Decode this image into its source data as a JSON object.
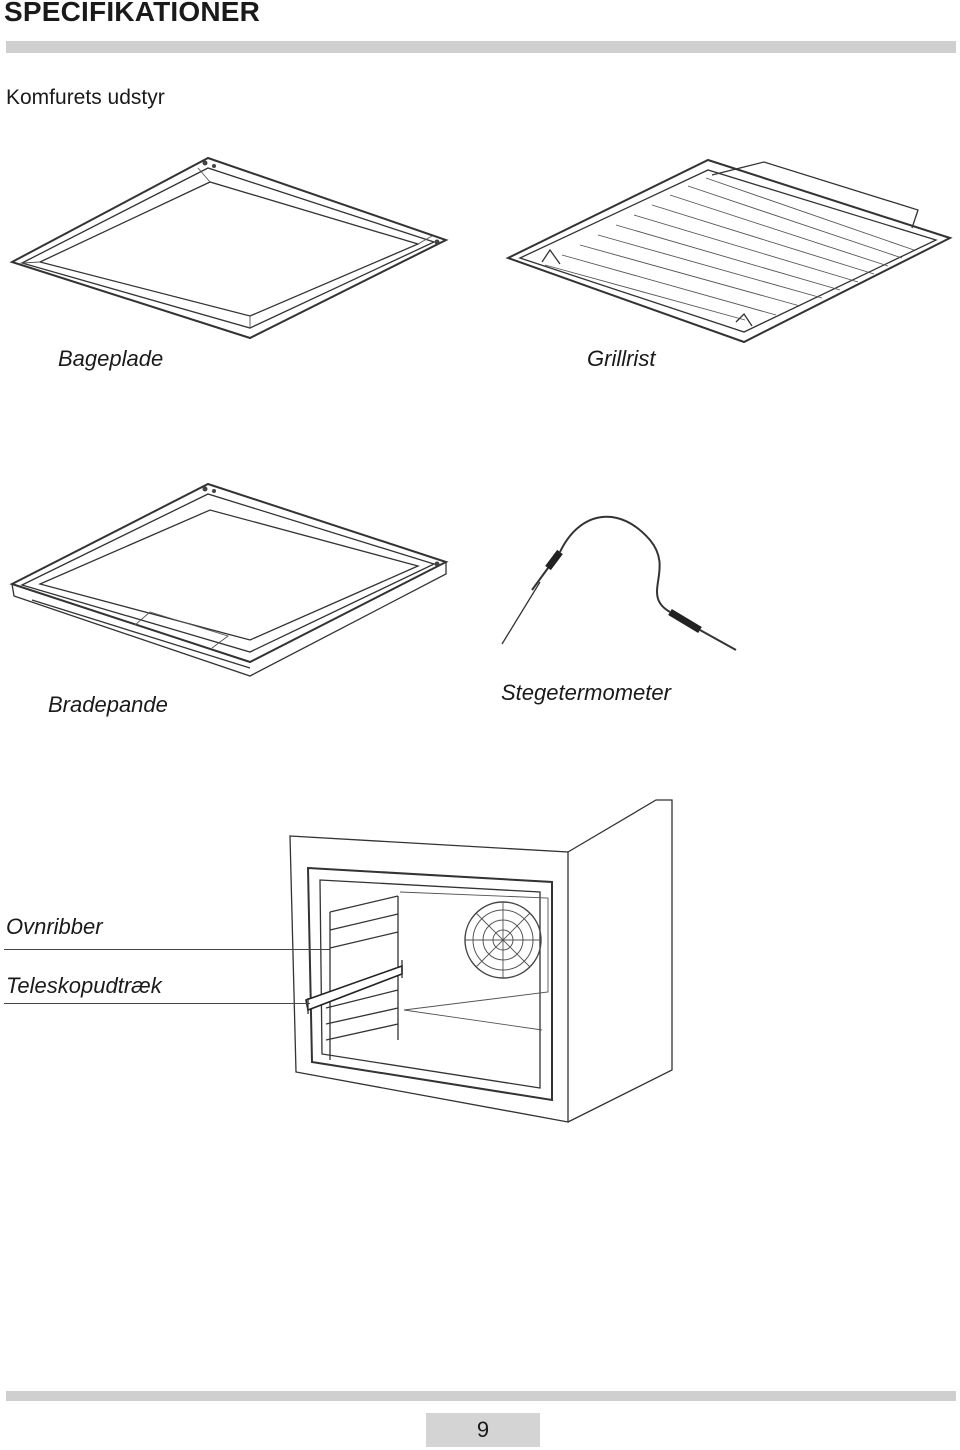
{
  "header": {
    "title": "SPECIFIKATIONER",
    "subtitle": "Komfurets udstyr"
  },
  "items": {
    "baking_tray": "Bageplade",
    "grill_rack": "Grillrist",
    "roasting_pan": "Bradepande",
    "meat_probe": "Stegetermometer"
  },
  "oven_labels": {
    "shelf_supports": "Ovnribber",
    "telescopic_runners": "Teleskopudtræk"
  },
  "footer": {
    "page_number": "9"
  }
}
